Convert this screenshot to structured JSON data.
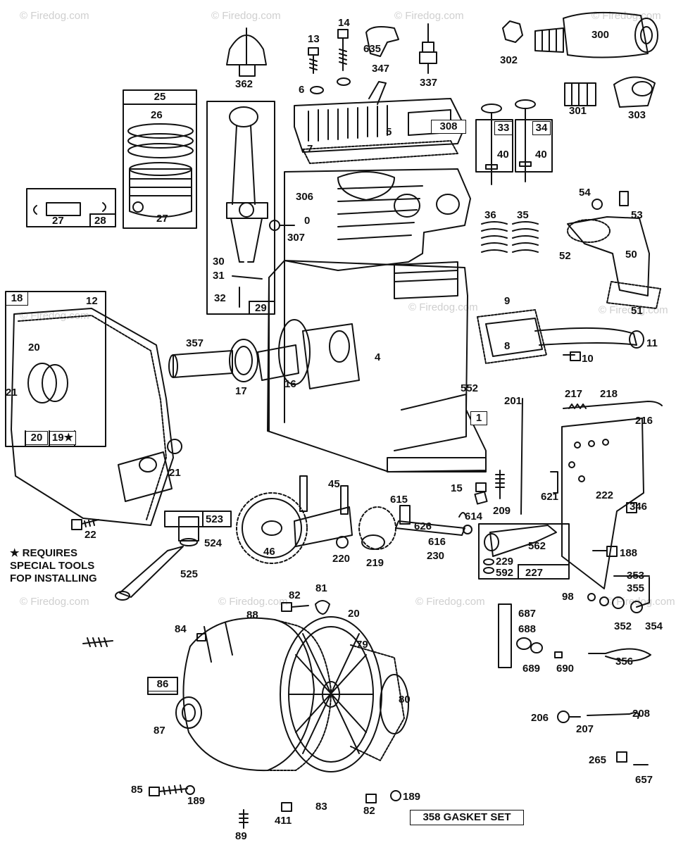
{
  "watermark": "© Firedog.com",
  "footnote": {
    "line1": "★ REQUIRES",
    "line2": "SPECIAL TOOLS",
    "line3": "FOP INSTALLING"
  },
  "gasket_set_label": "358 GASKET SET",
  "callouts": {
    "p13": "13",
    "p14": "14",
    "p6": "6",
    "p635": "635",
    "p337": "337",
    "p347": "347",
    "p362": "362",
    "p302": "302",
    "p300": "300",
    "p301": "301",
    "p303": "303",
    "p25": "25",
    "p26": "26",
    "p27a": "27",
    "p27b": "27",
    "p28": "28",
    "p5": "5",
    "p308": "308",
    "p7": "7",
    "p33": "33",
    "p34": "34",
    "p40a": "40",
    "p40b": "40",
    "p306": "306",
    "p307": "307",
    "p0": "0",
    "p36": "36",
    "p35": "35",
    "p54": "54",
    "p53": "53",
    "p52": "52",
    "p50": "50",
    "p51": "51",
    "p30": "30",
    "p31": "31",
    "p32": "32",
    "p29": "29",
    "p18": "18",
    "p12": "12",
    "p20a": "20",
    "p20b": "20",
    "p19": "19★",
    "p21a": "21",
    "p21b": "21",
    "p357": "357",
    "p17": "17",
    "p16": "16",
    "p4": "4",
    "p552": "552",
    "p1": "1",
    "p9": "9",
    "p8": "8",
    "p11": "11",
    "p10": "10",
    "p201": "201",
    "p217": "217",
    "p218": "218",
    "p216": "216",
    "p621": "621",
    "p222": "222",
    "p346": "346",
    "p188": "188",
    "p15": "15",
    "p45": "45",
    "p46": "46",
    "p220": "220",
    "p219": "219",
    "p615": "615",
    "p614": "614",
    "p626": "626",
    "p616": "616",
    "p230": "230",
    "p209": "209",
    "p562": "562",
    "p229": "229",
    "p592": "592",
    "p227": "227",
    "p22": "22",
    "p523": "523",
    "p524": "524",
    "p525": "525",
    "p353": "353",
    "p355": "355",
    "p98": "98",
    "p352": "352",
    "p354": "354",
    "p687": "687",
    "p688": "688",
    "p689": "689",
    "p690": "690",
    "p356": "356",
    "p82a": "82",
    "p81": "81",
    "p20c": "20",
    "p79": "79",
    "p88": "88",
    "p84": "84",
    "p86": "86",
    "p87": "87",
    "p80": "80",
    "p85": "85",
    "p189a": "189",
    "p411": "411",
    "p83": "83",
    "p82b": "82",
    "p189b": "189",
    "p89": "89",
    "p206": "206",
    "p207": "207",
    "p208": "208",
    "p265": "265",
    "p657": "657"
  },
  "colors": {
    "ink": "#111111",
    "watermark": "#cfcfcf",
    "background": "#ffffff"
  }
}
